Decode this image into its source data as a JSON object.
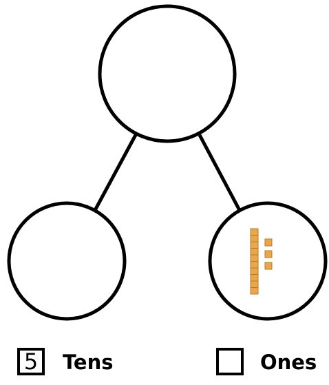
{
  "number_bond": {
    "whole": "",
    "left_part": "",
    "right_part": {
      "base_ten_blocks": {
        "rods": 1,
        "units": 3
      },
      "block_color": "#e8a84a"
    }
  },
  "answer": {
    "tens_value": "5",
    "tens_label": "Tens",
    "ones_value": "",
    "ones_label": "Ones"
  }
}
